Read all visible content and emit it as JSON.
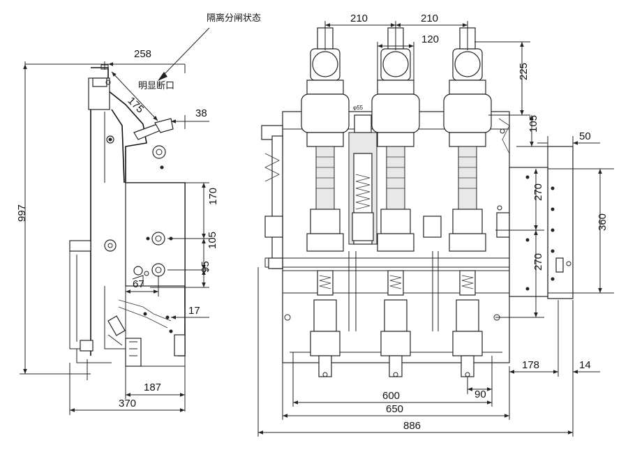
{
  "annotations": {
    "isolation_state": "隔离分闸状态",
    "visible_break": "明显断口",
    "phi55": "φ55"
  },
  "dimensions": {
    "d258": "258",
    "d175": "175",
    "d38": "38",
    "d997": "997",
    "d170": "170",
    "d105_side": "105",
    "d95": "95",
    "d67": "67",
    "d17": "17",
    "d187": "187",
    "d370": "370",
    "d210_left": "210",
    "d210_right": "210",
    "d120": "120",
    "d225": "225",
    "d105_front": "105",
    "d50": "50",
    "d270_top": "270",
    "d270_bottom": "270",
    "d360": "360",
    "d178": "178",
    "d14": "14",
    "d90": "90",
    "d600": "600",
    "d650": "650",
    "d886": "886"
  }
}
